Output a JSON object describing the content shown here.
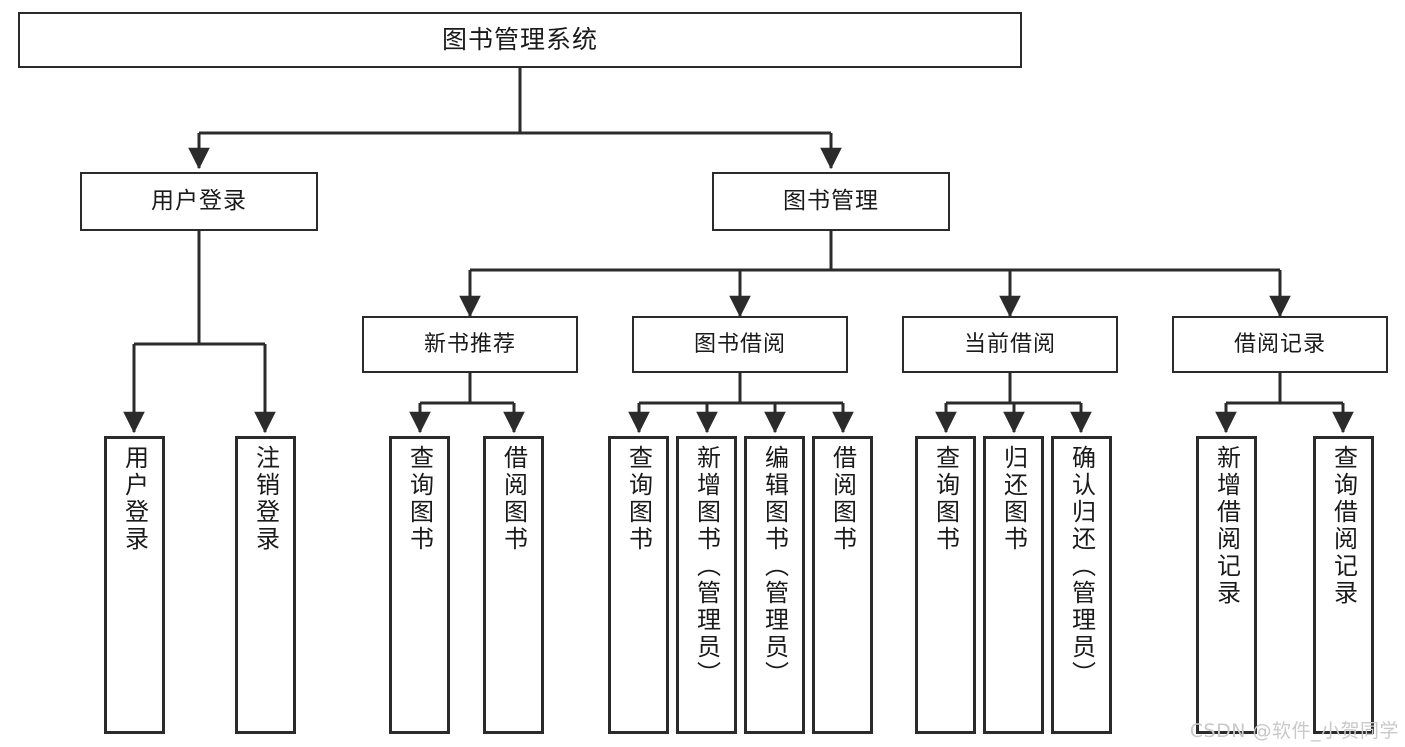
{
  "diagram": {
    "title": "图书管理系统",
    "type": "tree",
    "watermark": "CSDN @软件_小贺同学",
    "colors": {
      "background": "#ffffff",
      "box_border": "#2b2b2b",
      "box_fill": "#ffffff",
      "text": "#1a1a1a",
      "connector": "#2b2b2b",
      "watermark": "#c9c9c9"
    },
    "nodes": {
      "root": {
        "label": "图书管理系统"
      },
      "level2": [
        {
          "label": "用户登录"
        },
        {
          "label": "图书管理"
        }
      ],
      "level3": [
        {
          "label": "新书推荐"
        },
        {
          "label": "图书借阅"
        },
        {
          "label": "当前借阅"
        },
        {
          "label": "借阅记录"
        }
      ],
      "leaves": {
        "user_login": [
          {
            "label": "用户登录"
          },
          {
            "label": "注销登录"
          }
        ],
        "new_book_recommend": [
          {
            "label": "查询图书"
          },
          {
            "label": "借阅图书"
          }
        ],
        "book_borrow": [
          {
            "label": "查询图书"
          },
          {
            "label": "新增图书（管理员）"
          },
          {
            "label": "编辑图书（管理员）"
          },
          {
            "label": "借阅图书"
          }
        ],
        "current_borrow": [
          {
            "label": "查询图书"
          },
          {
            "label": "归还图书"
          },
          {
            "label": "确认归还（管理员）"
          }
        ],
        "borrow_record": [
          {
            "label": "新增借阅记录"
          },
          {
            "label": "查询借阅记录"
          }
        ]
      }
    }
  }
}
